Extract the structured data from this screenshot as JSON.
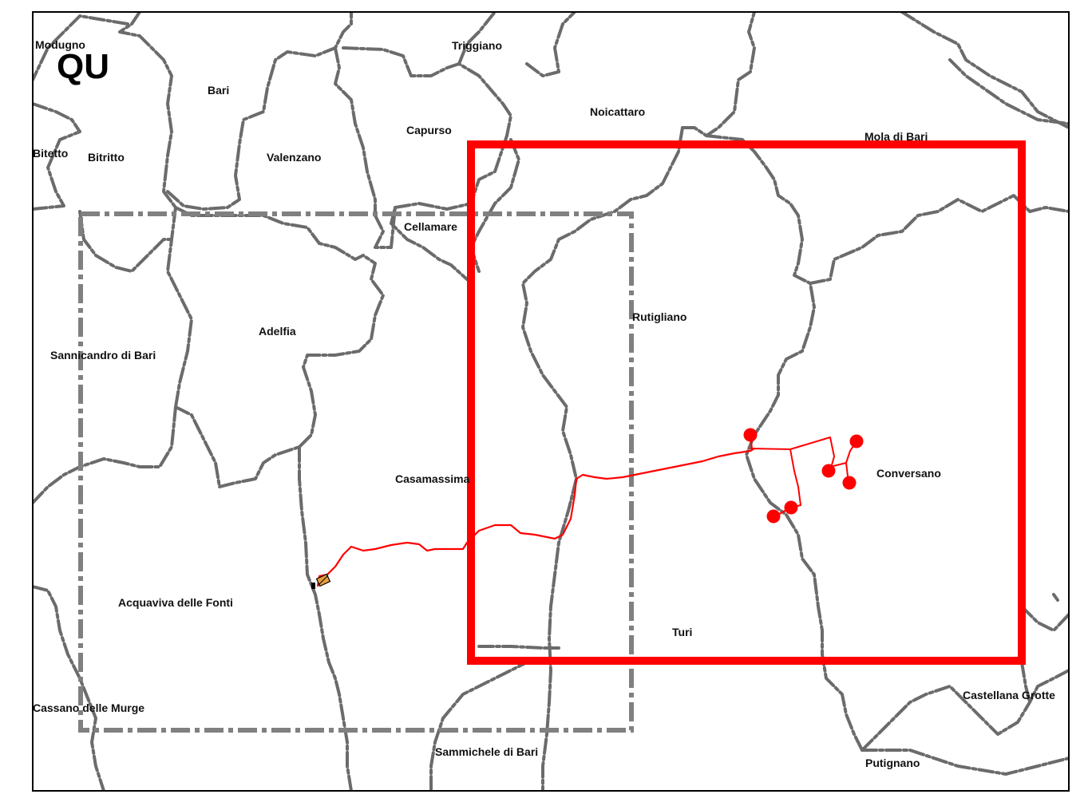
{
  "map_code": "QU",
  "colors": {
    "frame": "#000000",
    "municipal_border": "#6b6b6b",
    "study_area": "#ff0000",
    "secondary_area": "#808080",
    "route": "#ff0000",
    "site_marker": "#e8a040"
  },
  "municipalities": {
    "modugno": "Modugno",
    "bari": "Bari",
    "triggiano": "Triggiano",
    "noicattaro": "Noicattaro",
    "capurso": "Capurso",
    "mola_di_bari": "Mola di Bari",
    "bitetto": "Bitetto",
    "bitritto": "Bitritto",
    "valenzano": "Valenzano",
    "cellamare": "Cellamare",
    "rutigliano": "Rutigliano",
    "adelfia": "Adelfia",
    "sannicandro_di_bari": "Sannicandro di Bari",
    "casamassima": "Casamassima",
    "conversano": "Conversano",
    "acquaviva_delle_fonti": "Acquaviva delle Fonti",
    "turi": "Turi",
    "castellana_grotte": "Castellana Grotte",
    "cassano_delle_murge": "Cassano delle Murge",
    "sammichele_di_bari": "Sammichele di Bari",
    "putignano": "Putignano"
  }
}
